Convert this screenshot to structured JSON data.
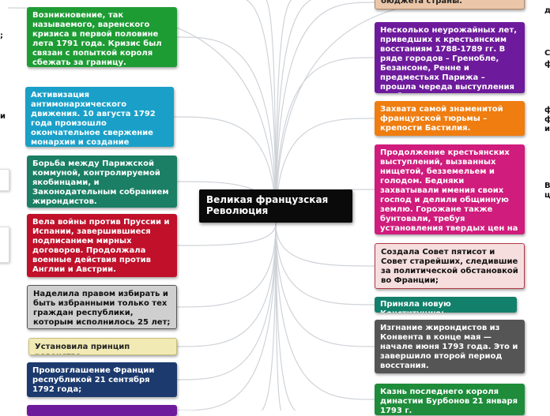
{
  "center": {
    "title": "Великая французская Революция"
  },
  "left_nodes": [
    {
      "id": "n1",
      "text": "Возникновение, так называемого, варенского кризиса в первой половине лета 1791 года. Кризис был связан с попыткой короля сбежать за границу.",
      "bg": "#1e9c34",
      "fg": "#ffffff"
    },
    {
      "id": "n2",
      "text": "Активизация антимонархического движения. 10 августа 1792 года произошло окончательное свержение монархии и создание Парижской коммуны.",
      "bg": "#1aa0c8",
      "fg": "#ffffff"
    },
    {
      "id": "n3",
      "text": "Борьба между Парижской коммуной, контролируемой якобинцами, и Законодательным собранием жирондистов.",
      "bg": "#1a7f64",
      "fg": "#ffffff"
    },
    {
      "id": "n4",
      "text": "Вела войны против Пруссии и Испании, завершившиеся подписанием мирных договоров. Продолжала военные действия против Англии и Австрии.",
      "bg": "#c0102a",
      "fg": "#ffffff"
    },
    {
      "id": "n5",
      "text": "Наделила правом избирать и быть избранными только тех граждан республики, которым исполнилось 25 лет;",
      "bg": "#cfcfcf",
      "fg": "#111111"
    },
    {
      "id": "n6",
      "text": "Установила принцип равенства",
      "bg": "#f1eab4",
      "fg": "#222222"
    },
    {
      "id": "n7",
      "text": "Провозглашение Франции республикой 21 сентября 1792 года;",
      "bg": "#1c3a6e",
      "fg": "#ffffff"
    }
  ],
  "right_nodes": [
    {
      "id": "r0",
      "text": "бюджета страны.",
      "bg": "#ebc6a8",
      "fg": "#222222"
    },
    {
      "id": "r1",
      "text": "Несколько неурожайных лет, приведших к крестьянским восстаниям 1788-1789 гг. В ряде городов – Гренобле, Безансоне, Ренне и предместьях Парижа – прошла череда выступления плебса.",
      "bg": "#6d1a9c",
      "fg": "#ffffff"
    },
    {
      "id": "r2",
      "text": "Захвата самой знаменитой французской тюрьмы – крепости Бастилия.",
      "bg": "#ef7d10",
      "fg": "#ffffff"
    },
    {
      "id": "r3",
      "text": "Продолжение крестьянских выступлений, вызванных нищетой, безземельем и голодом. Бедняки захватывали имения своих господ и делили общинную землю. Горожане также бунтовали, требуя установления твердых цен на продукты.",
      "bg": "#d01c7c",
      "fg": "#ffffff"
    },
    {
      "id": "r4",
      "text": "Создала Совет пятисот и Совет старейших, следившие за политической обстановкой во Франции;",
      "bg": "#f6dede",
      "fg": "#111111"
    },
    {
      "id": "r5",
      "text": "Приняла новую Конституцию;",
      "bg": "#12806a",
      "fg": "#ffffff"
    },
    {
      "id": "r6",
      "text": "Изгнание жирондистов из Конвента в конце мая — начале июня 1793 года. Это и завершило второй период восстания.",
      "bg": "#555555",
      "fg": "#ffffff"
    },
    {
      "id": "r7",
      "text": "Казнь последнего короля династии Бурбонов 21 января 1793 г.",
      "bg": "#1e8c3a",
      "fg": "#ffffff"
    }
  ],
  "edge_fragments": {
    "left": [
      ";",
      "и"
    ],
    "right": [
      "д",
      "С",
      "ф",
      "ф",
      "ф",
      "и",
      "В",
      "ц"
    ]
  }
}
